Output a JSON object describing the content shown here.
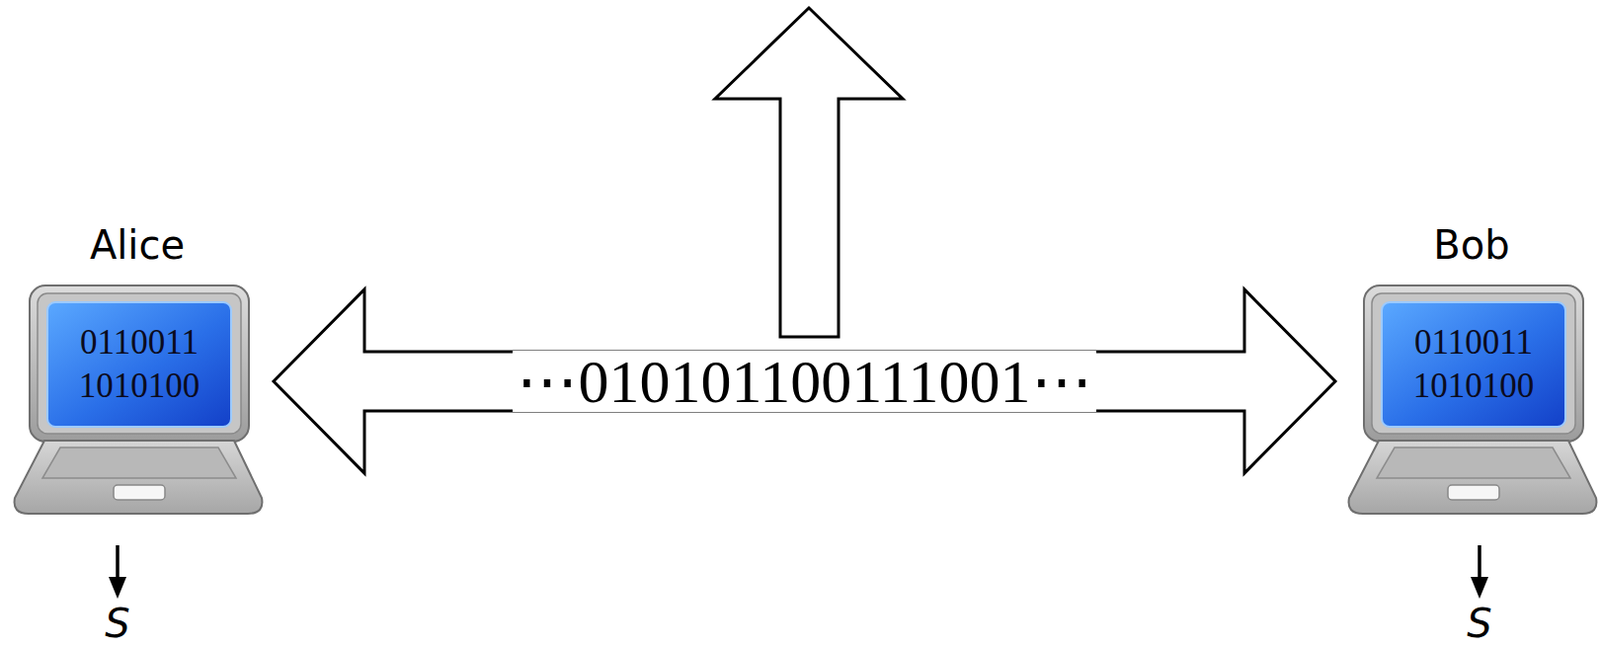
{
  "diagram": {
    "nodes": [
      {
        "text": [
          "Alice",
          "0110011 1010100"
        ]
      },
      {
        "text": [
          "Bob",
          "0110011 1010100"
        ]
      }
    ],
    "edges": [
      {
        "from": 0,
        "to": 1,
        "arrow": "both",
        "label": "⋯010101100111001⋯"
      }
    ],
    "labels": [
      "S",
      "S"
    ]
  }
}
